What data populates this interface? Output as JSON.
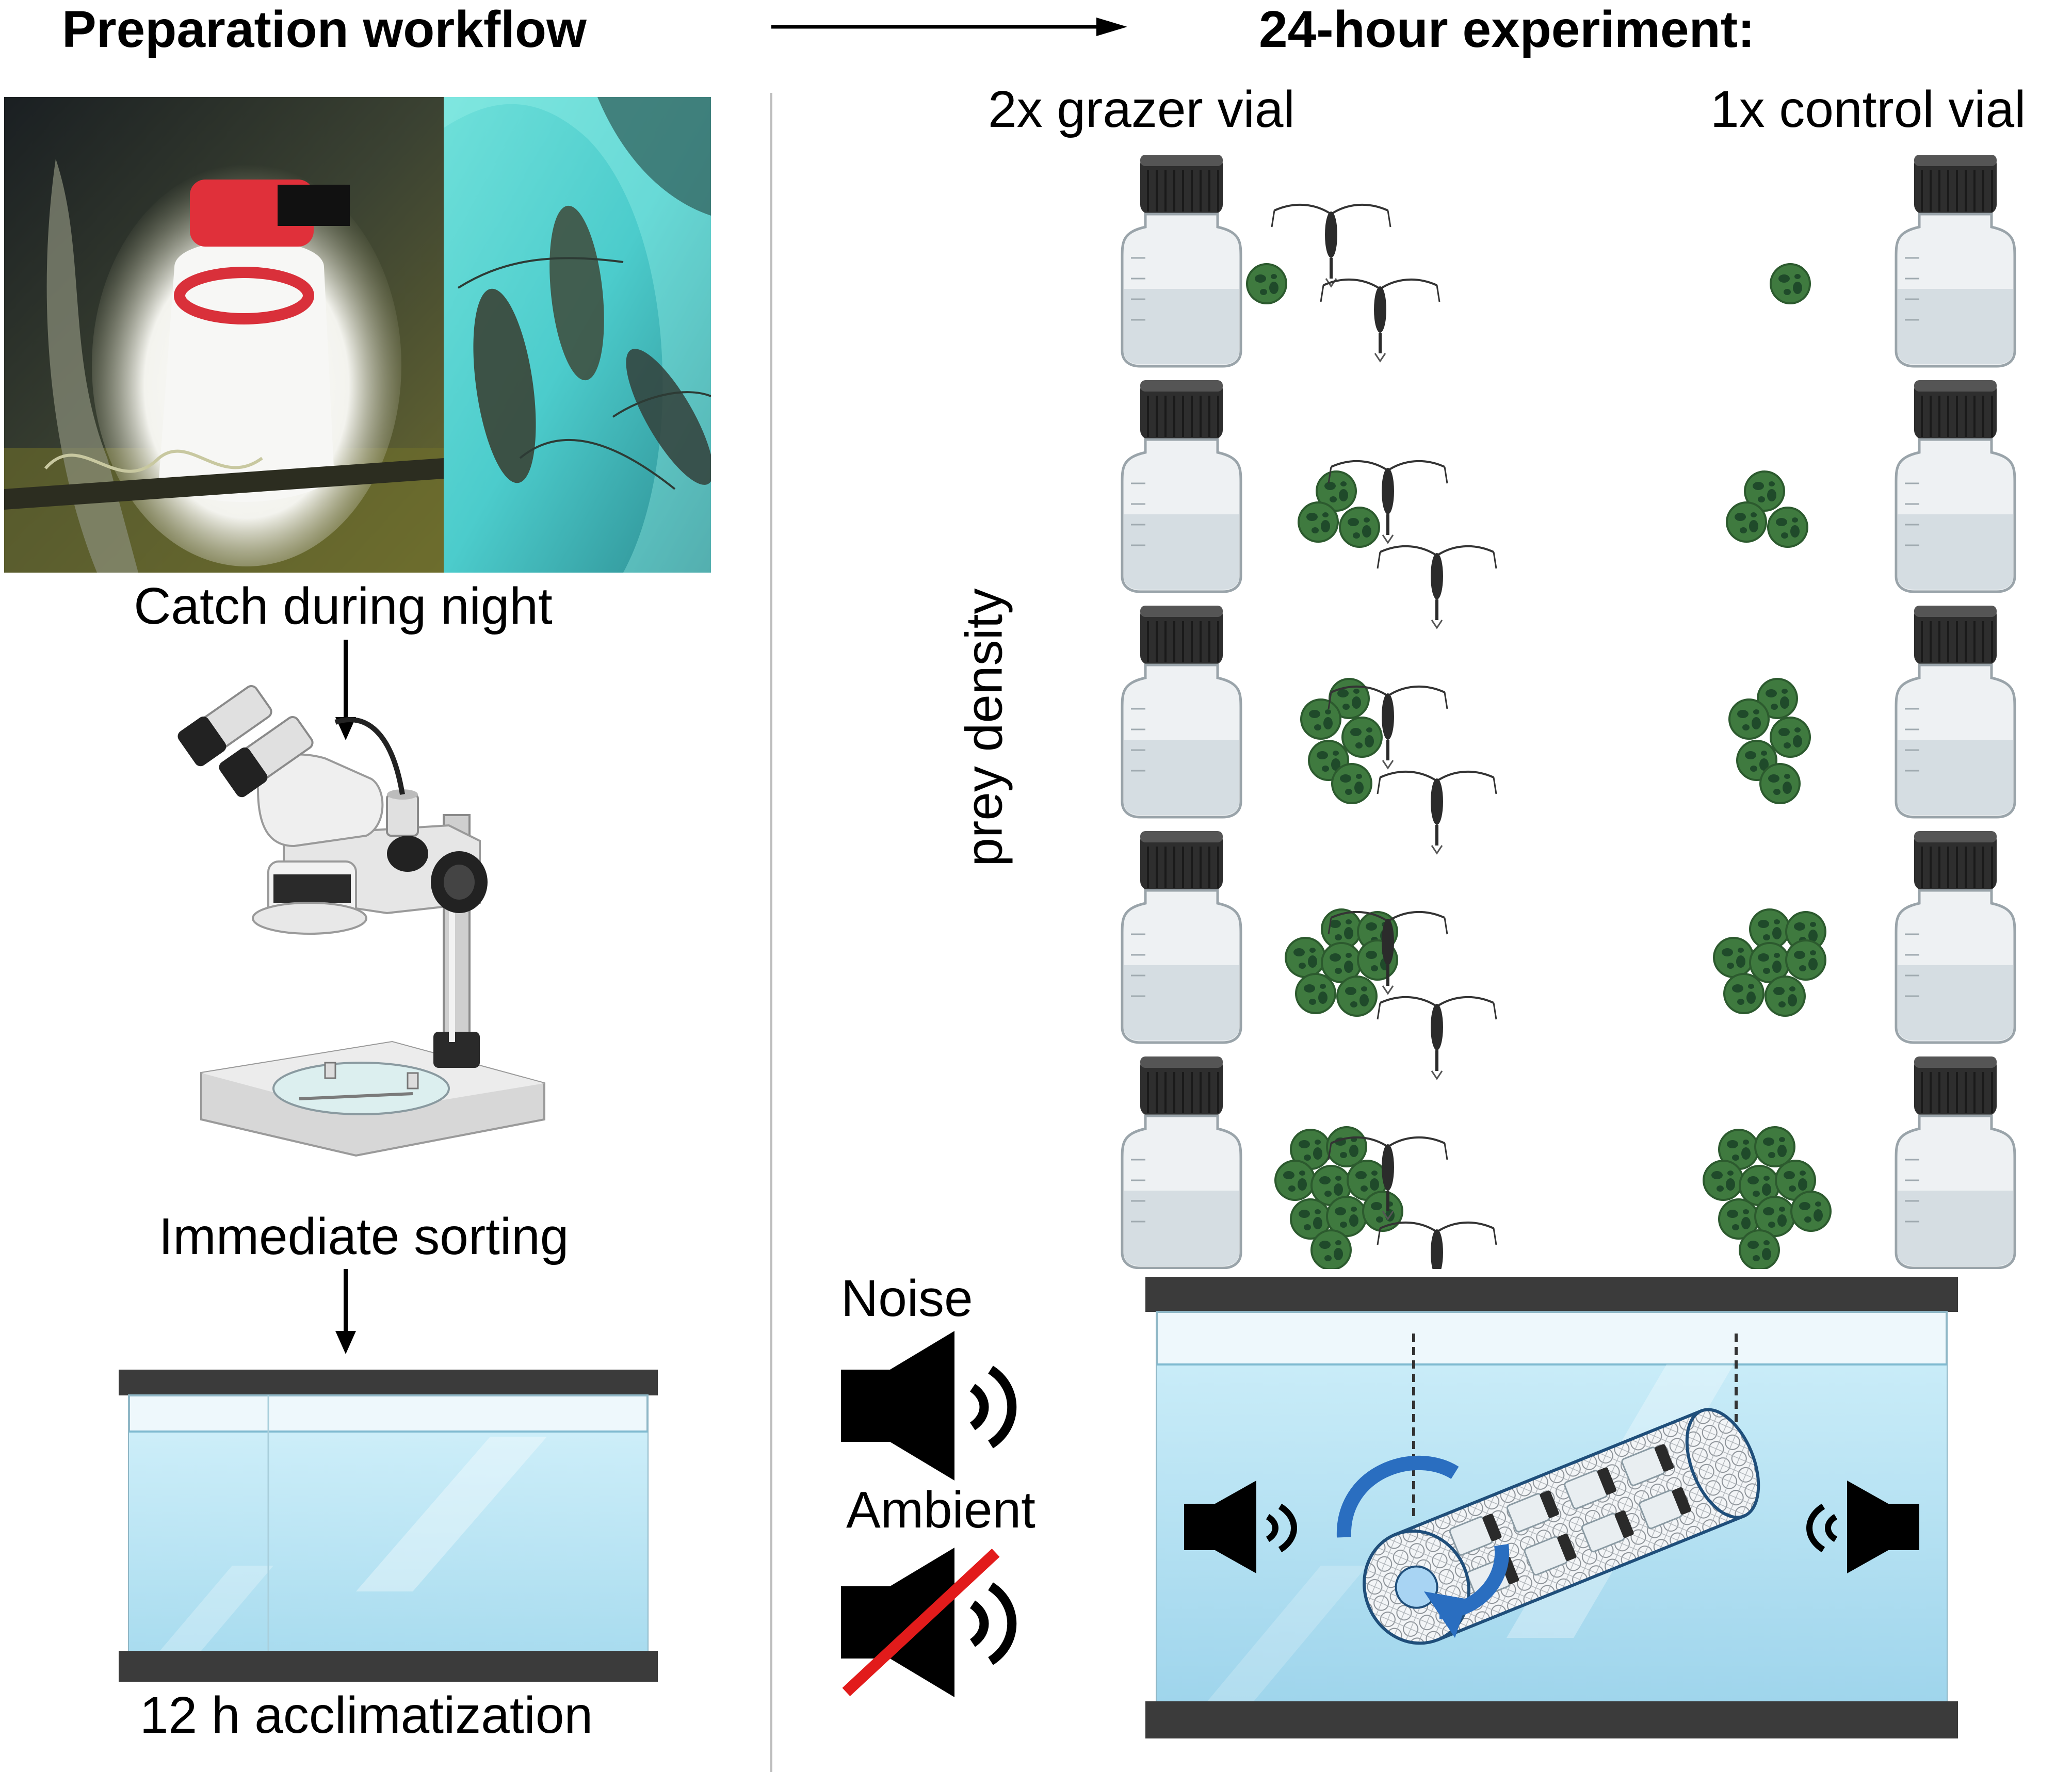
{
  "left_panel": {
    "title": "Preparation workflow",
    "steps": [
      {
        "label": "Catch during night"
      },
      {
        "label": "Immediate sorting"
      },
      {
        "label": "12 h acclimatization"
      }
    ]
  },
  "right_panel": {
    "title": "24-hour experiment:",
    "grazer_vial_label": "2x grazer vial",
    "control_vial_label": "1x control vial",
    "axis_label": "prey density",
    "prey_counts_grazer": [
      1,
      3,
      5,
      7,
      9
    ],
    "prey_counts_control": [
      1,
      3,
      5,
      7,
      9
    ],
    "grazers_per_vial": 2,
    "sound": {
      "noise_label": "Noise",
      "ambient_label": "Ambient"
    }
  },
  "colors": {
    "prey_green": "#3f7a3f",
    "prey_dark": "#1f4a2a",
    "water_blue": "#bfe3f2",
    "tank_frame": "#3a3a3a",
    "rotation_arrow": "#2a6ec0",
    "ambient_strike": "#e21b1b"
  }
}
